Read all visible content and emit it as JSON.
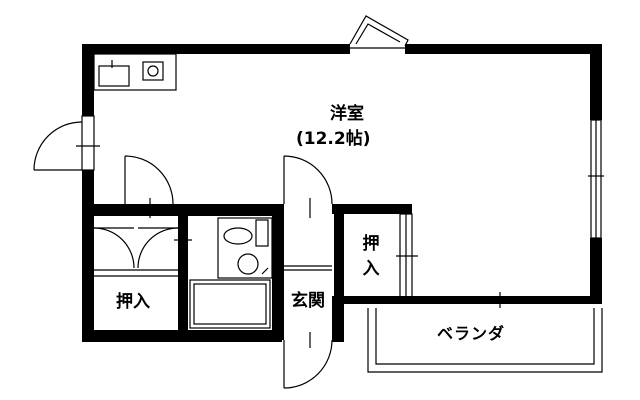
{
  "rooms": {
    "main_name": "洋室",
    "main_size": "(12.2帖)",
    "closet_left": "押入",
    "closet_right": "押入",
    "entrance": "玄関",
    "veranda": "ベランダ"
  },
  "colors": {
    "wall": "#000000",
    "background": "#ffffff",
    "line": "#000000"
  }
}
